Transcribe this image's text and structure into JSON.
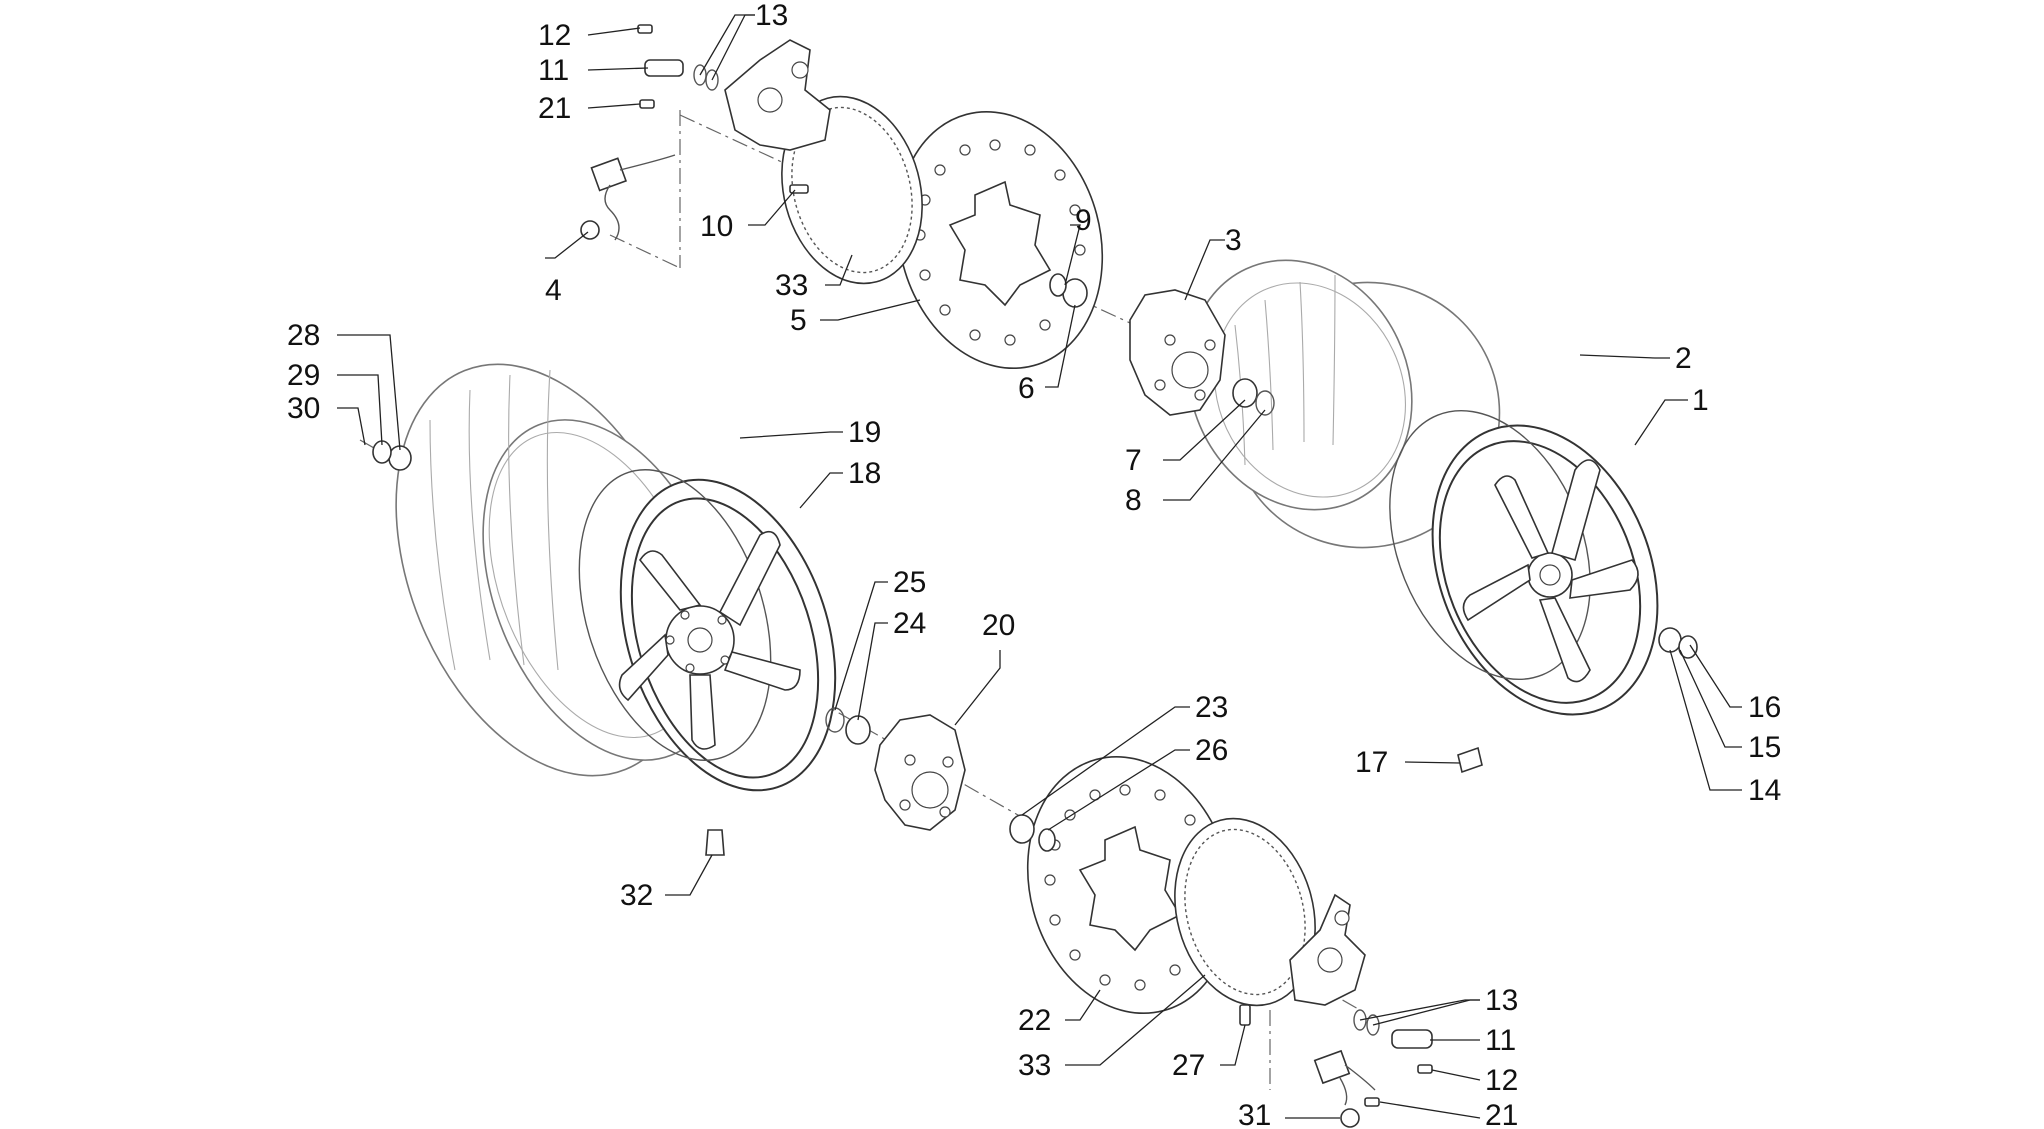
{
  "callouts": [
    {
      "id": "c12a",
      "text": "12"
    },
    {
      "id": "c13a",
      "text": "13"
    },
    {
      "id": "c11a",
      "text": "11"
    },
    {
      "id": "c21a",
      "text": "21"
    },
    {
      "id": "c10",
      "text": "10"
    },
    {
      "id": "c9",
      "text": "9"
    },
    {
      "id": "c3",
      "text": "3"
    },
    {
      "id": "c33a",
      "text": "33"
    },
    {
      "id": "c4",
      "text": "4"
    },
    {
      "id": "c5",
      "text": "5"
    },
    {
      "id": "c6",
      "text": "6"
    },
    {
      "id": "c2",
      "text": "2"
    },
    {
      "id": "c1",
      "text": "1"
    },
    {
      "id": "c28",
      "text": "28"
    },
    {
      "id": "c29",
      "text": "29"
    },
    {
      "id": "c30",
      "text": "30"
    },
    {
      "id": "c19",
      "text": "19"
    },
    {
      "id": "c18",
      "text": "18"
    },
    {
      "id": "c7",
      "text": "7"
    },
    {
      "id": "c8",
      "text": "8"
    },
    {
      "id": "c25",
      "text": "25"
    },
    {
      "id": "c24",
      "text": "24"
    },
    {
      "id": "c20",
      "text": "20"
    },
    {
      "id": "c16",
      "text": "16"
    },
    {
      "id": "c15",
      "text": "15"
    },
    {
      "id": "c14",
      "text": "14"
    },
    {
      "id": "c23",
      "text": "23"
    },
    {
      "id": "c26",
      "text": "26"
    },
    {
      "id": "c17",
      "text": "17"
    },
    {
      "id": "c32",
      "text": "32"
    },
    {
      "id": "c22",
      "text": "22"
    },
    {
      "id": "c33b",
      "text": "33"
    },
    {
      "id": "c27",
      "text": "27"
    },
    {
      "id": "c13b",
      "text": "13"
    },
    {
      "id": "c11b",
      "text": "11"
    },
    {
      "id": "c12b",
      "text": "12"
    },
    {
      "id": "c31",
      "text": "31"
    },
    {
      "id": "c21b",
      "text": "21"
    }
  ]
}
